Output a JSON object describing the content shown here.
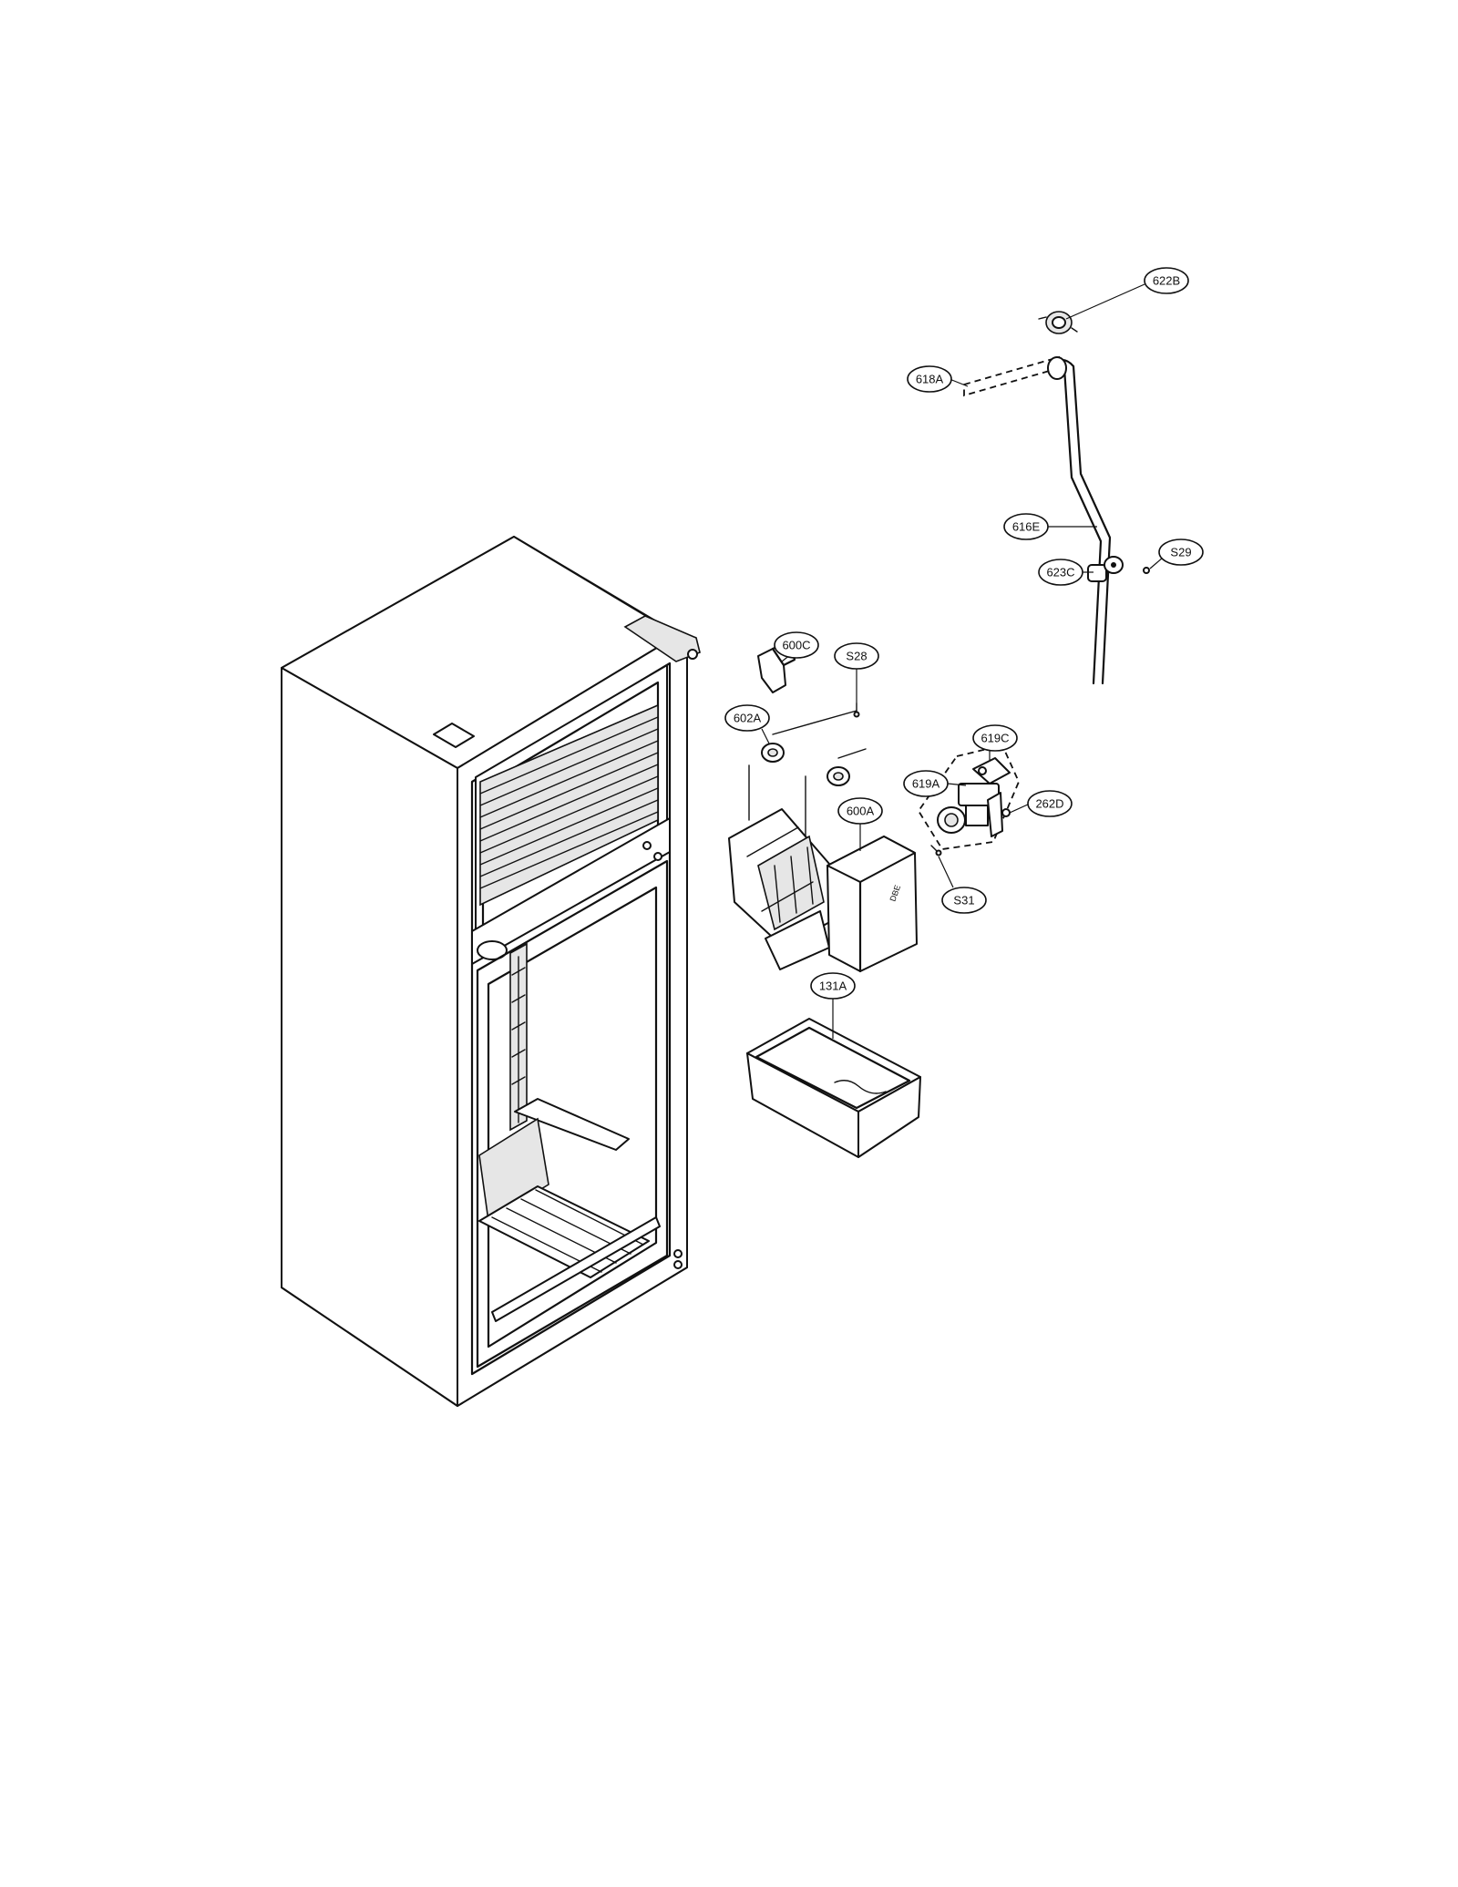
{
  "diagram": {
    "part_labels": {
      "p622B": "622B",
      "p618A": "618A",
      "p616E": "616E",
      "pS29": "S29",
      "p623C": "623C",
      "p600C": "600C",
      "pS28": "S28",
      "p602A": "602A",
      "p619C": "619C",
      "p619A": "619A",
      "p262D": "262D",
      "p600A": "600A",
      "pS31": "S31",
      "p131A": "131A"
    }
  }
}
